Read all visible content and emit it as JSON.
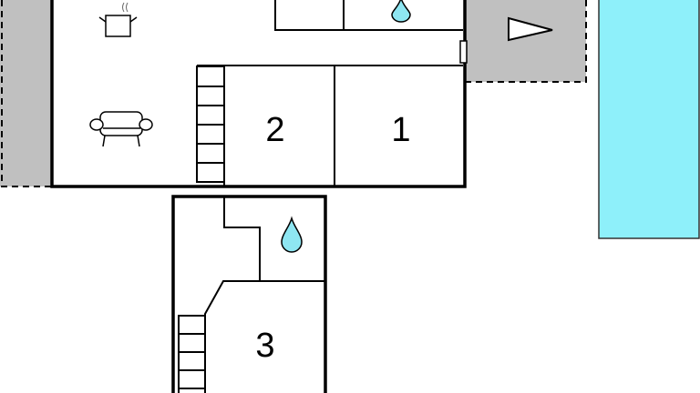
{
  "floorplan": {
    "rooms": [
      {
        "id": "room-1",
        "label": "1"
      },
      {
        "id": "room-2",
        "label": "2"
      },
      {
        "id": "room-3",
        "label": "3"
      }
    ],
    "colors": {
      "terrace": "#c0c0c0",
      "pool": "#8ef0fa",
      "water": "#8ee6f2",
      "wall": "#000000"
    },
    "icons": [
      "kitchen-pot-icon",
      "armchair-icon",
      "water-drop-icon",
      "entrance-arrow-icon",
      "stairs-icon"
    ]
  }
}
